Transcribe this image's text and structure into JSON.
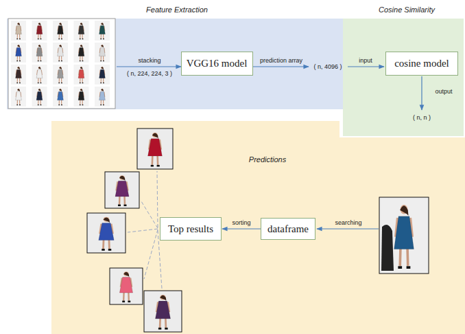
{
  "diagram": {
    "nodes": [
      {
        "text": [
          "Feature Extraction"
        ]
      },
      {
        "text": [
          "Cosine Similarity"
        ]
      },
      {
        "text": [
          "Predictions"
        ]
      },
      {
        "text": [
          "VGG16 model"
        ],
        "in": 0
      },
      {
        "text": [
          "cosine model"
        ],
        "in": 1
      },
      {
        "text": [
          "Top results"
        ],
        "in": 2
      },
      {
        "text": [
          "dataframe"
        ],
        "in": 2
      }
    ],
    "edges": [
      {
        "from": 6,
        "to": 5,
        "arrow": "to",
        "label": "sorting"
      }
    ],
    "labels": [
      "stacking",
      "( n, 224, 224, 3 )",
      "prediction array",
      "( n, 4096 )",
      "input",
      "output",
      "( n, n )",
      "searching"
    ]
  }
}
